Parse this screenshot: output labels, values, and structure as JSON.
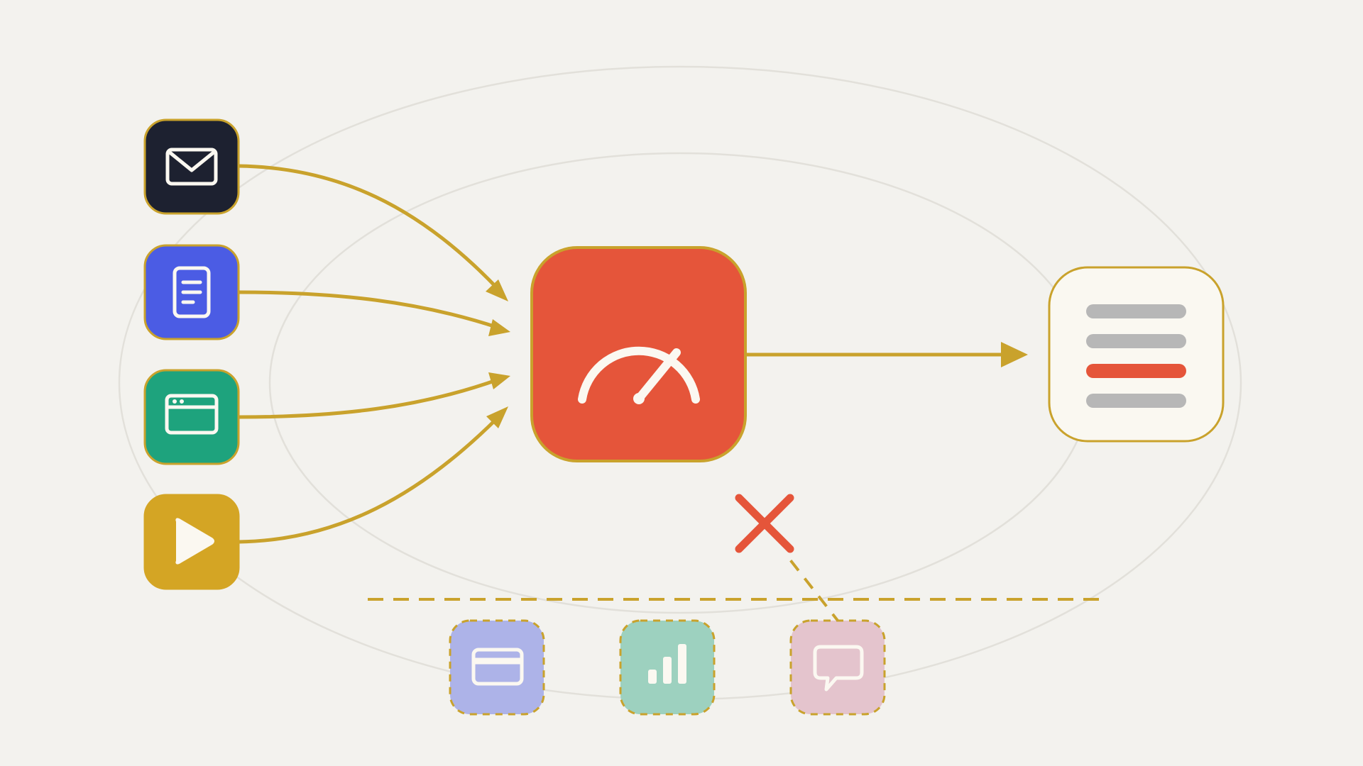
{
  "colors": {
    "background": "#f3f2ee",
    "accent": "#c9a22c",
    "orbit": "#e2e0da",
    "hub": "#e5553a",
    "output_card": "#faf8f1",
    "output_bar": "#b7b7b7",
    "output_bar_highlight": "#e5553a",
    "blocked_mark": "#e5553a",
    "glyph": "#fbf8f1"
  },
  "inputs": [
    {
      "icon": "envelope-icon",
      "color": "#1d2130"
    },
    {
      "icon": "document-icon",
      "color": "#4b5ce4"
    },
    {
      "icon": "browser-window-icon",
      "color": "#1ea37d"
    },
    {
      "icon": "play-icon",
      "color": "#d4a524"
    }
  ],
  "hub": {
    "icon": "gauge-icon"
  },
  "output": {
    "icon": "list-icon",
    "highlighted_row": 3,
    "rows": 4
  },
  "excluded": [
    {
      "icon": "credit-card-icon",
      "color": "#adb3e8"
    },
    {
      "icon": "bar-chart-icon",
      "color": "#9dd1bf"
    },
    {
      "icon": "chat-bubble-icon",
      "color": "#e4c4cd"
    }
  ],
  "blocked_link": {
    "from": "chat-bubble-icon",
    "to": "gauge-icon",
    "state": "blocked"
  }
}
